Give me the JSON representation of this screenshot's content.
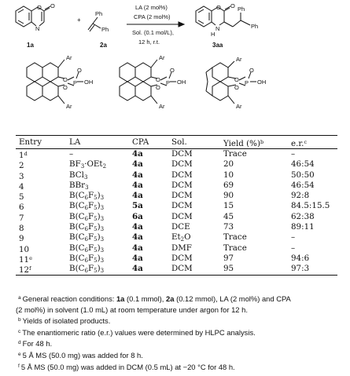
{
  "scheme": {
    "reactant1_label": "1a",
    "reactant2_label": "2a",
    "product_label": "3aa",
    "plus": "+",
    "condition_line1": "LA (2 mol%)",
    "condition_line2": "CPA (2 mol%)",
    "condition_line3": "Sol. (0.1 mol/L),",
    "condition_line4": "12 h, r.t.",
    "atom_O": "O",
    "atom_N": "N",
    "atom_NH": "H",
    "atom_Ph": "Ph",
    "cpa_O": "O",
    "cpa_P": "P",
    "cpa_OH": "OH",
    "cpa_Ar": "Ar"
  },
  "table": {
    "headers": {
      "entry": "Entry",
      "la": "LA",
      "cpa": "CPA",
      "sol": "Sol.",
      "yield": "Yield (%)",
      "yield_sup": "b",
      "er": "e.r.",
      "er_sup": "c"
    },
    "rows": [
      {
        "entry": "1",
        "sup": "d",
        "la": "–",
        "la_html": "–",
        "cpa": "4a",
        "sol": "DCM",
        "sol_html": "DCM",
        "yield": "Trace",
        "er": "–"
      },
      {
        "entry": "2",
        "sup": "",
        "la": "BF3·OEt2",
        "la_html": "BF<sub>3</sub>·OEt<sub>2</sub>",
        "cpa": "4a",
        "sol": "DCM",
        "sol_html": "DCM",
        "yield": "20",
        "er": "46:54"
      },
      {
        "entry": "3",
        "sup": "",
        "la": "BCl3",
        "la_html": "BCl<sub>3</sub>",
        "cpa": "4a",
        "sol": "DCM",
        "sol_html": "DCM",
        "yield": "10",
        "er": "50:50"
      },
      {
        "entry": "4",
        "sup": "",
        "la": "BBr3",
        "la_html": "BBr<sub>3</sub>",
        "cpa": "4a",
        "sol": "DCM",
        "sol_html": "DCM",
        "yield": "69",
        "er": "46:54"
      },
      {
        "entry": "5",
        "sup": "",
        "la": "B(C6F5)3",
        "la_html": "B(C<sub>6</sub>F<sub>5</sub>)<sub>3</sub>",
        "cpa": "4a",
        "sol": "DCM",
        "sol_html": "DCM",
        "yield": "90",
        "er": "92:8"
      },
      {
        "entry": "6",
        "sup": "",
        "la": "B(C6F5)3",
        "la_html": "B(C<sub>6</sub>F<sub>5</sub>)<sub>3</sub>",
        "cpa": "5a",
        "sol": "DCM",
        "sol_html": "DCM",
        "yield": "15",
        "er": "84.5:15.5"
      },
      {
        "entry": "7",
        "sup": "",
        "la": "B(C6F5)3",
        "la_html": "B(C<sub>6</sub>F<sub>5</sub>)<sub>3</sub>",
        "cpa": "6a",
        "sol": "DCM",
        "sol_html": "DCM",
        "yield": "45",
        "er": "62:38"
      },
      {
        "entry": "8",
        "sup": "",
        "la": "B(C6F5)3",
        "la_html": "B(C<sub>6</sub>F<sub>5</sub>)<sub>3</sub>",
        "cpa": "4a",
        "sol": "DCE",
        "sol_html": "DCE",
        "yield": "73",
        "er": "89:11"
      },
      {
        "entry": "9",
        "sup": "",
        "la": "B(C6F5)3",
        "la_html": "B(C<sub>6</sub>F<sub>5</sub>)<sub>3</sub>",
        "cpa": "4a",
        "sol": "Et2O",
        "sol_html": "Et<sub>2</sub>O",
        "yield": "Trace",
        "er": "–"
      },
      {
        "entry": "10",
        "sup": "",
        "la": "B(C6F5)3",
        "la_html": "B(C<sub>6</sub>F<sub>5</sub>)<sub>3</sub>",
        "cpa": "4a",
        "sol": "DMF",
        "sol_html": "DMF",
        "yield": "Trace",
        "er": "–"
      },
      {
        "entry": "11",
        "sup": "e",
        "la": "B(C6F5)3",
        "la_html": "B(C<sub>6</sub>F<sub>5</sub>)<sub>3</sub>",
        "cpa": "4a",
        "sol": "DCM",
        "sol_html": "DCM",
        "yield": "97",
        "er": "94:6"
      },
      {
        "entry": "12",
        "sup": "f",
        "la": "B(C6F5)3",
        "la_html": "B(C<sub>6</sub>F<sub>5</sub>)<sub>3</sub>",
        "cpa": "4a",
        "sol": "DCM",
        "sol_html": "DCM",
        "yield": "95",
        "er": "97:3"
      }
    ]
  },
  "footnotes": [
    {
      "mark": "a",
      "text": "General reaction conditions: 1a (0.1 mmol), 2a (0.12 mmol), LA (2 mol%) and CPA (2 mol%) in solvent (1.0 mL) at room temperature under argon for 12 h.",
      "html": "General reaction conditions: <b>1a</b> (0.1 mmol), <b>2a</b> (0.12 mmol), LA (2 mol%) and CPA"
    },
    {
      "mark": "",
      "text": "(2 mol%) in solvent (1.0 mL) at room temperature under argon for 12 h.",
      "html": "(2 mol%) in solvent (1.0 mL) at room temperature under argon for 12 h."
    },
    {
      "mark": "b",
      "text": "Yields of isolated products.",
      "html": "Yields of isolated products."
    },
    {
      "mark": "c",
      "text": "The enantiomeric ratio (e.r.) values were determined by HLPC analysis.",
      "html": "The enantiomeric ratio (e.r.) values were determined by HLPC analysis."
    },
    {
      "mark": "d",
      "text": "For 48 h.",
      "html": "For 48 h."
    },
    {
      "mark": "e",
      "text": "5 Å MS (50.0 mg) was added for 8 h.",
      "html": "5 Å MS (50.0 mg) was added for 8 h."
    },
    {
      "mark": "f",
      "text": "5 Å MS (50.0 mg) was added in DCM (0.5 mL) at −20 °C for 48 h.",
      "html": "5 Å MS (50.0 mg) was added in DCM (0.5 mL) at −20 °C for 48 h."
    }
  ]
}
